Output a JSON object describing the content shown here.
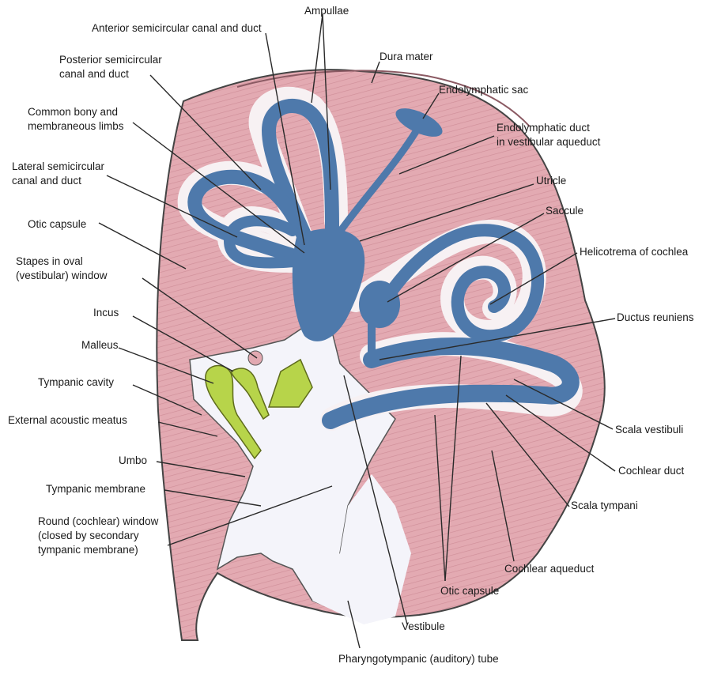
{
  "labels": {
    "ampullae": "Ampullae",
    "anterior": "Anterior semicircular canal and duct",
    "posterior_1": "Posterior semicircular",
    "posterior_2": "canal and duct",
    "dura": "Dura mater",
    "endo_sac": "Endolymphatic sac",
    "common_1": "Common bony and",
    "common_2": "membraneous limbs",
    "endo_duct_1": "Endolymphatic duct",
    "endo_duct_2": "in vestibular aqueduct",
    "lateral_1": "Lateral semicircular",
    "lateral_2": "canal and duct",
    "utricle": "Utricle",
    "saccule": "Saccule",
    "otic_left": "Otic capsule",
    "helicotrema": "Helicotrema of cochlea",
    "stapes_1": "Stapes in oval",
    "stapes_2": "(vestibular) window",
    "ductus": "Ductus reuniens",
    "incus": "Incus",
    "malleus": "Malleus",
    "tympanic_cavity": "Tympanic cavity",
    "external": "External acoustic meatus",
    "scala_vestibuli": "Scala vestibuli",
    "umbo": "Umbo",
    "cochlear_duct": "Cochlear duct",
    "tympanic_membrane": "Tympanic membrane",
    "scala_tympani": "Scala tympani",
    "round_1": "Round (cochlear) window",
    "round_2": "(closed by secondary",
    "round_3": "tympanic membrane)",
    "cochlear_aqueduct": "Cochlear aqueduct",
    "otic_bottom": "Otic capsule",
    "vestibule": "Vestibule",
    "pharyngo": "Pharyngotympanic (auditory) tube"
  },
  "colors": {
    "bone": "#e2a9b1",
    "bone_line": "#c98791",
    "membranous": "#4e79ab",
    "cavity": "#f3f3f8",
    "ossicles": "#b7d44a"
  }
}
